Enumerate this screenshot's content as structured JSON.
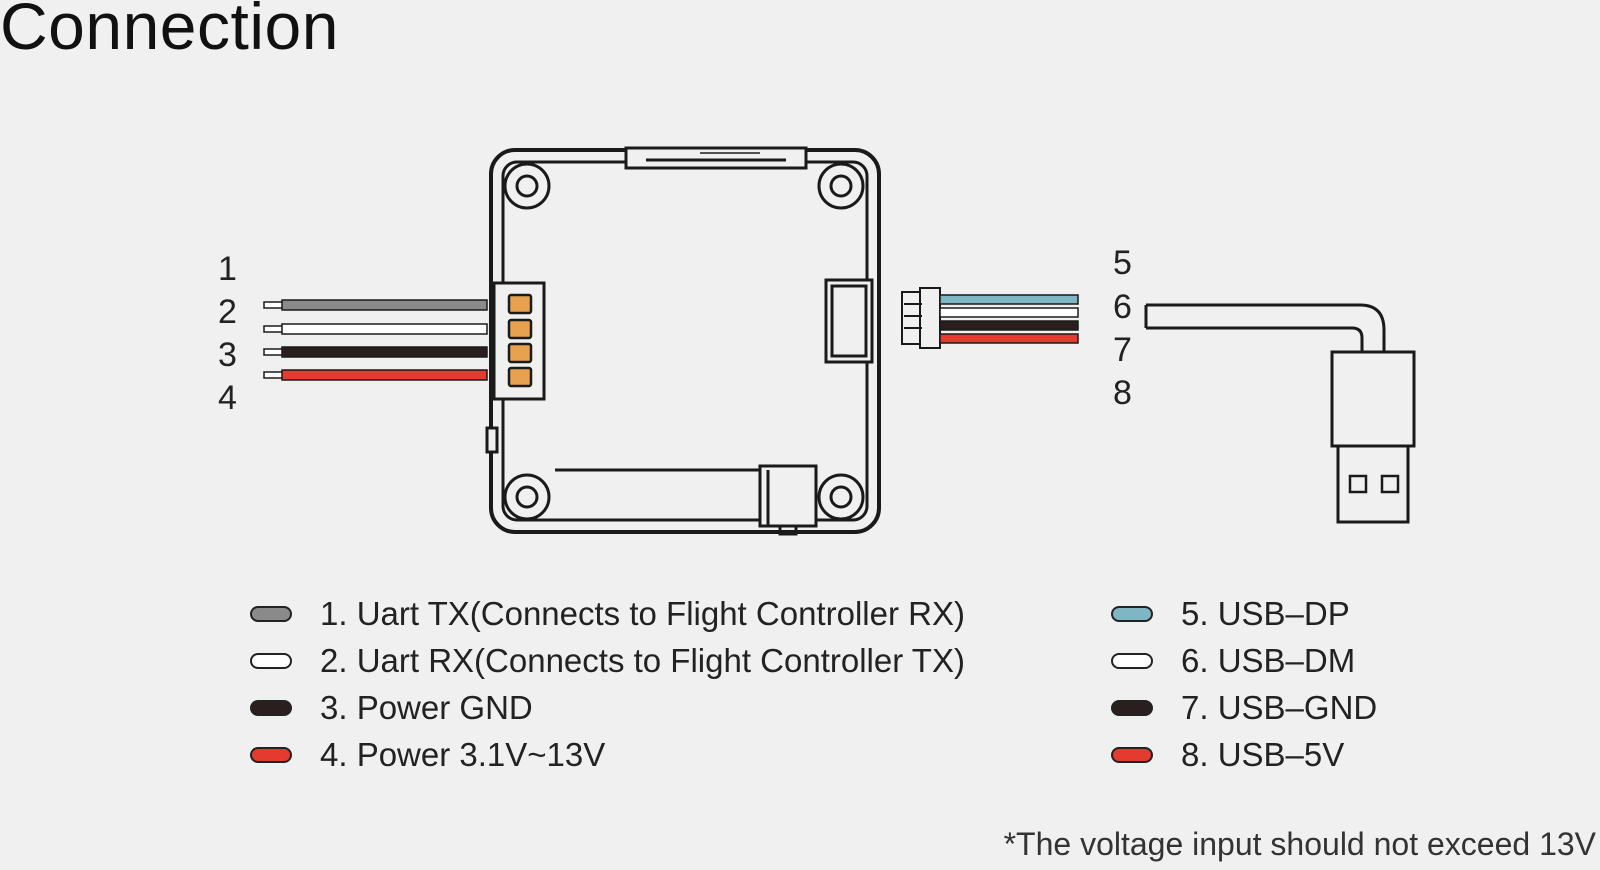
{
  "title": "Connection",
  "pin_numbers_left": [
    "1",
    "2",
    "3",
    "4"
  ],
  "pin_numbers_right": [
    "5",
    "6",
    "7",
    "8"
  ],
  "colors": {
    "gray": "#8a8a8a",
    "white": "#ffffff",
    "black": "#2a1e1e",
    "red": "#e53a30",
    "blue": "#7fb6c4",
    "pad": "#e7a24f"
  },
  "legend_left": [
    {
      "label": "1. Uart TX(Connects to Flight Controller RX)",
      "color": "#8a8a8a"
    },
    {
      "label": "2. Uart RX(Connects to Flight Controller TX)",
      "color": "#ffffff"
    },
    {
      "label": "3. Power GND",
      "color": "#2a1e1e"
    },
    {
      "label": "4. Power 3.1V~13V",
      "color": "#e53a30"
    }
  ],
  "legend_right": [
    {
      "label": "5. USB–DP",
      "color": "#7fb6c4"
    },
    {
      "label": "6. USB–DM",
      "color": "#ffffff"
    },
    {
      "label": "7. USB–GND",
      "color": "#2a1e1e"
    },
    {
      "label": "8. USB–5V",
      "color": "#e53a30"
    }
  ],
  "footnote": "*The voltage input should not exceed 13V"
}
